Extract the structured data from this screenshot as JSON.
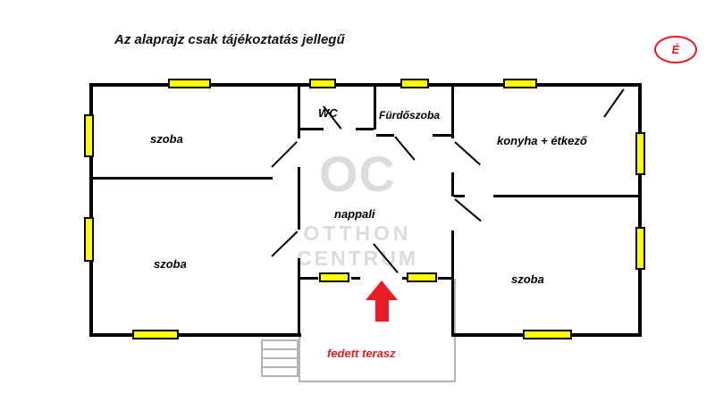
{
  "title": "Az alaprajz csak tájékoztatás jellegű",
  "compass": {
    "label": "É"
  },
  "watermark": {
    "logo": "OC",
    "line1": "OTTHON",
    "line2": "CENTRUM"
  },
  "rooms": {
    "szoba_top_left": "szoba",
    "wc": "WC",
    "furdoszoba": "Fürdőszoba",
    "konyha": "konyha + étkező",
    "nappali": "nappali",
    "szoba_bottom_left": "szoba",
    "szoba_bottom_right": "szoba",
    "terasz": "fedett terasz"
  },
  "colors": {
    "wall": "#000000",
    "window_fill": "#ffff00",
    "accent_red": "#e81c24",
    "watermark_gray": "#dcdcdc",
    "terrace_gray": "#b4b4b4"
  }
}
